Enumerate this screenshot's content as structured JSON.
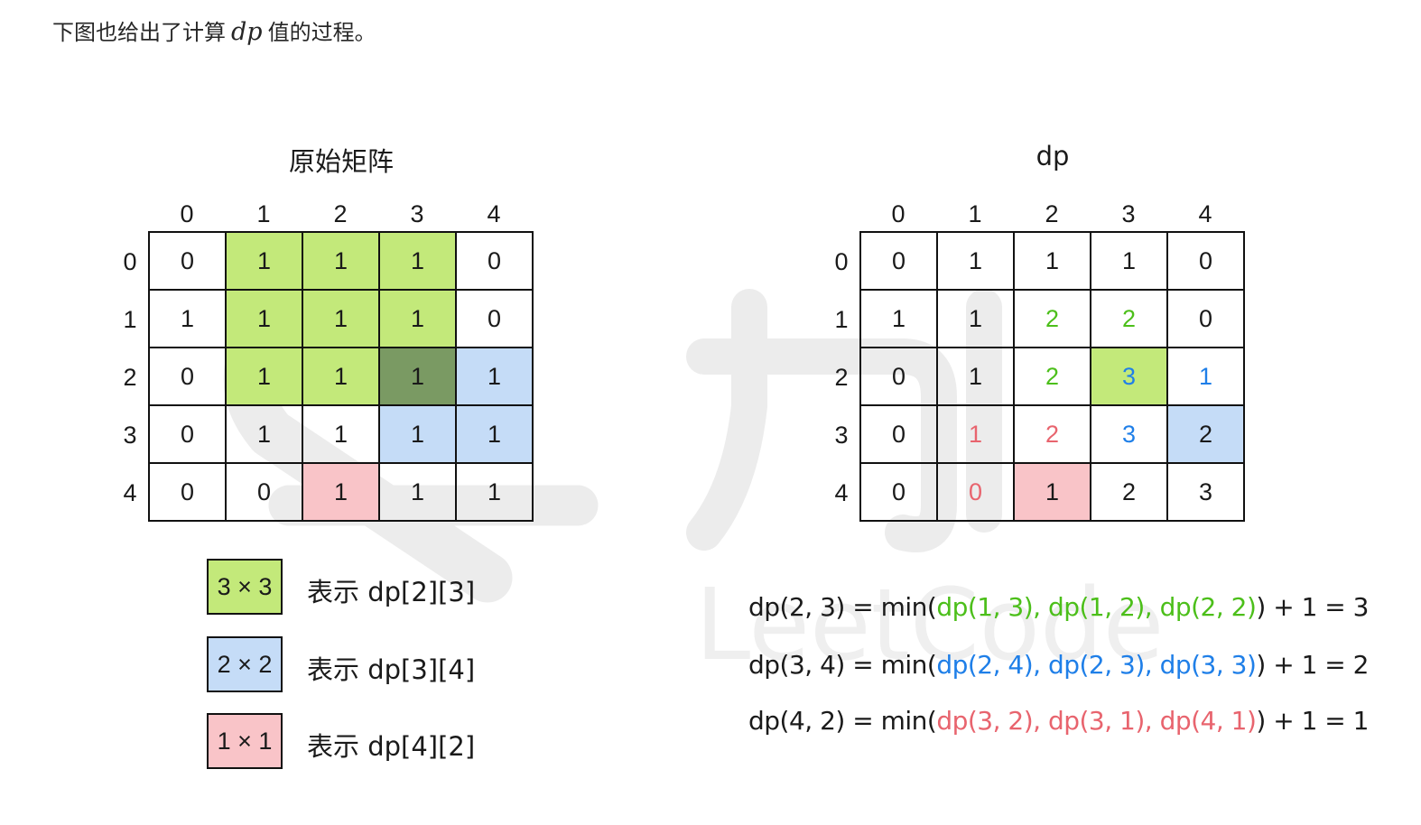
{
  "intro": {
    "before": "下图也给出了计算",
    "math": "dp",
    "after": "值的过程。"
  },
  "left_title": "原始矩阵",
  "right_title": "dp",
  "col_headers": [
    "0",
    "1",
    "2",
    "3",
    "4"
  ],
  "row_headers": [
    "0",
    "1",
    "2",
    "3",
    "4"
  ],
  "original_matrix": [
    [
      "0",
      "1",
      "1",
      "1",
      "0"
    ],
    [
      "1",
      "1",
      "1",
      "1",
      "0"
    ],
    [
      "0",
      "1",
      "1",
      "1",
      "1"
    ],
    [
      "0",
      "1",
      "1",
      "1",
      "1"
    ],
    [
      "0",
      "0",
      "1",
      "1",
      "1"
    ]
  ],
  "original_fill": [
    [
      "",
      "green",
      "green",
      "green",
      ""
    ],
    [
      "",
      "green",
      "green",
      "green",
      ""
    ],
    [
      "",
      "green",
      "green",
      "darkgreen",
      "blue"
    ],
    [
      "",
      "",
      "",
      "blue",
      "blue"
    ],
    [
      "",
      "",
      "pink",
      "",
      ""
    ]
  ],
  "dp_matrix": [
    [
      "0",
      "1",
      "1",
      "1",
      "0"
    ],
    [
      "1",
      "1",
      "2",
      "2",
      "0"
    ],
    [
      "0",
      "1",
      "2",
      "3",
      "1"
    ],
    [
      "0",
      "1",
      "2",
      "3",
      "2"
    ],
    [
      "0",
      "0",
      "1",
      "2",
      "3"
    ]
  ],
  "dp_text_color": [
    [
      "",
      "",
      "",
      "",
      ""
    ],
    [
      "",
      "",
      "green",
      "green",
      ""
    ],
    [
      "",
      "",
      "green",
      "blue",
      "blue"
    ],
    [
      "",
      "red",
      "red",
      "blue",
      ""
    ],
    [
      "",
      "red",
      "",
      "",
      ""
    ]
  ],
  "dp_fill": [
    [
      "",
      "",
      "",
      "",
      ""
    ],
    [
      "",
      "",
      "",
      "",
      ""
    ],
    [
      "",
      "",
      "",
      "green",
      ""
    ],
    [
      "",
      "",
      "",
      "",
      "blue"
    ],
    [
      "",
      "",
      "pink",
      "",
      ""
    ]
  ],
  "legend": [
    {
      "box": "3 × 3",
      "text": "表示 dp[2][3]",
      "color": "green"
    },
    {
      "box": "2 × 2",
      "text": "表示 dp[3][4]",
      "color": "blue"
    },
    {
      "box": "1 × 1",
      "text": "表示 dp[4][2]",
      "color": "pink"
    }
  ],
  "formulas": [
    {
      "lhs": "dp(2, 3) = min(",
      "args": "dp(1, 3), dp(1, 2), dp(2, 2)",
      "rhs": ") + 1 = 3",
      "color": "g"
    },
    {
      "lhs": "dp(3, 4) = min(",
      "args": "dp(2, 4), dp(2, 3), dp(3, 3)",
      "rhs": ") + 1 = 2",
      "color": "b"
    },
    {
      "lhs": "dp(4, 2) = min(",
      "args": "dp(3, 2), dp(3, 1), dp(4, 1)",
      "rhs": ") + 1 = 1",
      "color": "r"
    }
  ],
  "colors": {
    "green": "#c3e97a",
    "darkgreen": "#7a9a63",
    "blue": "#c5dcf7",
    "pink": "#f9c4c8",
    "text_green": "#4cbf1a",
    "text_blue": "#1f7fe8",
    "text_red": "#e8646e"
  }
}
